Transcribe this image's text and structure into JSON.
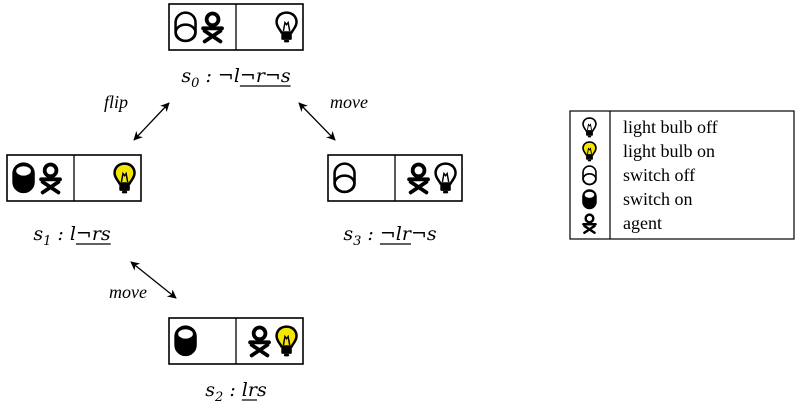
{
  "states": [
    {
      "id": "s0",
      "label": {
        "name": "s",
        "index": "0",
        "sep": " : ",
        "plain": "¬l",
        "underlined": "¬r¬s",
        "after": ""
      },
      "left_cell": [
        "switch-off",
        "agent"
      ],
      "right_cell": [
        "bulb-off"
      ]
    },
    {
      "id": "s1",
      "label": {
        "name": "s",
        "index": "1",
        "sep": " : ",
        "plain": "l",
        "underlined": "¬rs",
        "after": ""
      },
      "left_cell": [
        "switch-on",
        "agent"
      ],
      "right_cell": [
        "bulb-on"
      ]
    },
    {
      "id": "s2",
      "label": {
        "name": "s",
        "index": "2",
        "sep": " : ",
        "plain": "",
        "underlined": "lr",
        "after": "s"
      },
      "left_cell": [
        "switch-on"
      ],
      "right_cell": [
        "agent",
        "bulb-on"
      ]
    },
    {
      "id": "s3",
      "label": {
        "name": "s",
        "index": "3",
        "sep": " : ",
        "plain": "",
        "underlined": "¬lr",
        "after": "¬s"
      },
      "left_cell": [
        "switch-off"
      ],
      "right_cell": [
        "agent",
        "bulb-off"
      ]
    }
  ],
  "edges": [
    {
      "from": "s0",
      "to": "s1",
      "label": "flip"
    },
    {
      "from": "s0",
      "to": "s3",
      "label": "move"
    },
    {
      "from": "s1",
      "to": "s2",
      "label": "move"
    }
  ],
  "legend": [
    {
      "icon": "bulb-off",
      "label": "light bulb off"
    },
    {
      "icon": "bulb-on",
      "label": "light bulb on"
    },
    {
      "icon": "switch-off",
      "label": "switch off"
    },
    {
      "icon": "switch-on",
      "label": "switch on"
    },
    {
      "icon": "agent",
      "label": "agent"
    }
  ],
  "colors": {
    "bulb_on_fill": "#f4e600",
    "ink": "#000000"
  }
}
